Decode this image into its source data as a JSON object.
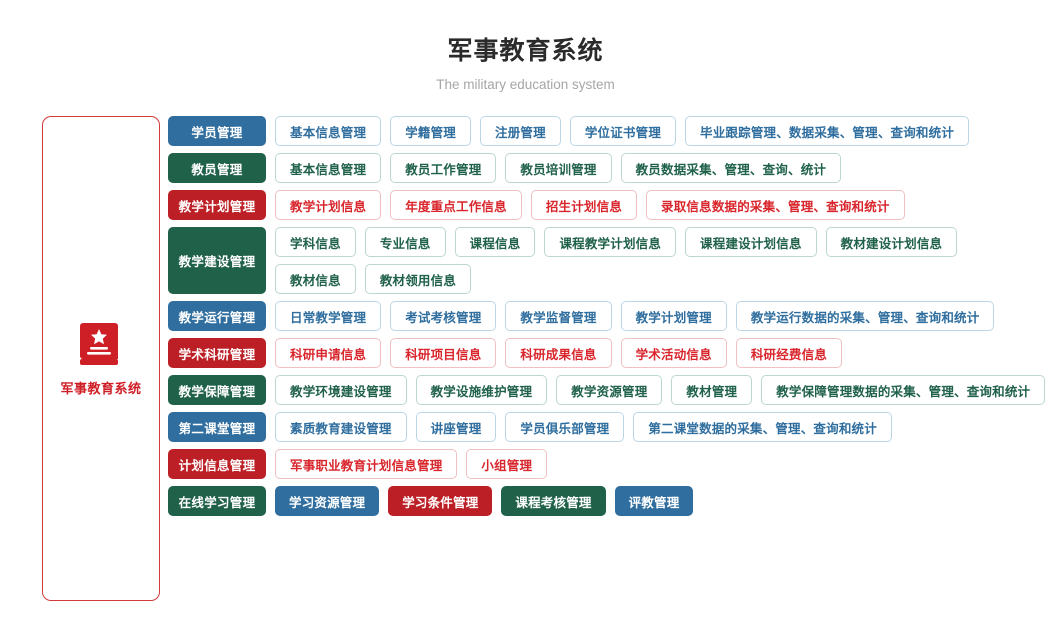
{
  "header": {
    "title": "军事教育系统",
    "subtitle": "The military education system"
  },
  "sidebar": {
    "label": "军事教育系统",
    "icon": "book-star-icon",
    "border_color": "#d23b3b",
    "text_color": "#cf1f26"
  },
  "colors": {
    "blue": "#2f6e9e",
    "green": "#20614a",
    "red": "#bc2026",
    "blue_border": "#bcd6e6",
    "green_border": "#bcd8cd",
    "red_border": "#f0c0c2",
    "red_text": "#d8262c"
  },
  "rows": [
    {
      "category": "学员管理",
      "theme": "blue",
      "filled_items": false,
      "lines": [
        [
          "基本信息管理",
          "学籍管理",
          "注册管理",
          "学位证书管理",
          "毕业跟踪管理、数据采集、管理、查询和统计"
        ]
      ]
    },
    {
      "category": "教员管理",
      "theme": "green",
      "filled_items": false,
      "lines": [
        [
          "基本信息管理",
          "教员工作管理",
          "教员培训管理",
          "教员数据采集、管理、查询、统计"
        ]
      ]
    },
    {
      "category": "教学计划管理",
      "theme": "red",
      "filled_items": false,
      "lines": [
        [
          "教学计划信息",
          "年度重点工作信息",
          "招生计划信息",
          "录取信息数据的采集、管理、查询和统计"
        ]
      ]
    },
    {
      "category": "教学建设管理",
      "theme": "green",
      "filled_items": false,
      "lines": [
        [
          "学科信息",
          "专业信息",
          "课程信息",
          "课程教学计划信息",
          "课程建设计划信息",
          "教材建设计划信息"
        ],
        [
          "教材信息",
          "教材领用信息"
        ]
      ]
    },
    {
      "category": "教学运行管理",
      "theme": "blue",
      "filled_items": false,
      "lines": [
        [
          "日常教学管理",
          "考试考核管理",
          "教学监督管理",
          "教学计划管理",
          "教学运行数据的采集、管理、查询和统计"
        ]
      ]
    },
    {
      "category": "学术科研管理",
      "theme": "red",
      "filled_items": false,
      "lines": [
        [
          "科研申请信息",
          "科研项目信息",
          "科研成果信息",
          "学术活动信息",
          "科研经费信息"
        ]
      ]
    },
    {
      "category": "教学保障管理",
      "theme": "green",
      "filled_items": false,
      "lines": [
        [
          "教学环境建设管理",
          "教学设施维护管理",
          "教学资源管理",
          "教材管理",
          "教学保障管理数据的采集、管理、查询和统计"
        ]
      ]
    },
    {
      "category": "第二课堂管理",
      "theme": "blue",
      "filled_items": false,
      "lines": [
        [
          "素质教育建设管理",
          "讲座管理",
          "学员俱乐部管理",
          "第二课堂数据的采集、管理、查询和统计"
        ]
      ]
    },
    {
      "category": "计划信息管理",
      "theme": "red",
      "filled_items": false,
      "lines": [
        [
          "军事职业教育计划信息管理",
          "小组管理"
        ]
      ]
    },
    {
      "category": "在线学习管理",
      "theme": "green",
      "filled_items": true,
      "lines": [
        [
          {
            "label": "学习资源管理",
            "theme": "blue"
          },
          {
            "label": "学习条件管理",
            "theme": "red"
          },
          {
            "label": "课程考核管理",
            "theme": "green"
          },
          {
            "label": "评教管理",
            "theme": "blue"
          }
        ]
      ]
    }
  ]
}
